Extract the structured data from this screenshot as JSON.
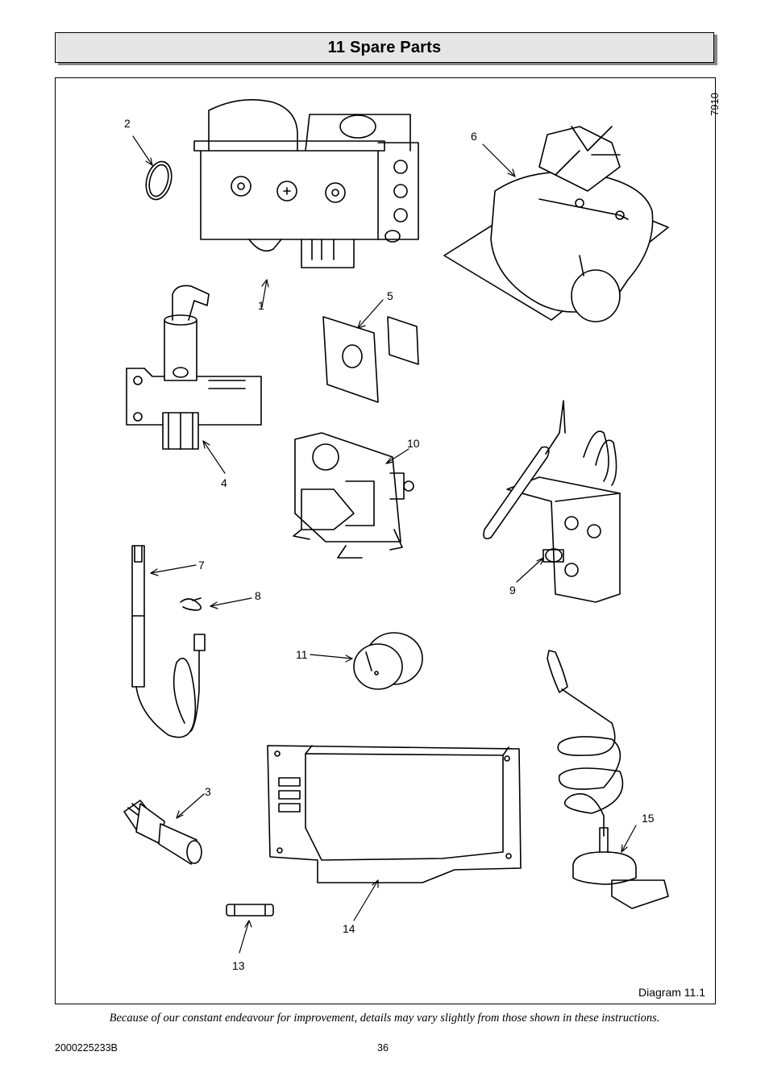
{
  "header": {
    "title": "11 Spare Parts"
  },
  "diagram": {
    "ref_code": "7910",
    "label": "Diagram 11.1",
    "callouts": [
      "1",
      "2",
      "3",
      "4",
      "5",
      "6",
      "7",
      "8",
      "9",
      "10",
      "11",
      "13",
      "14",
      "15"
    ]
  },
  "footer": {
    "disclaimer": "Because of our constant endeavour for improvement, details may vary slightly from those shown in these instructions.",
    "doc_number": "2000225233B",
    "page_number": "36"
  }
}
